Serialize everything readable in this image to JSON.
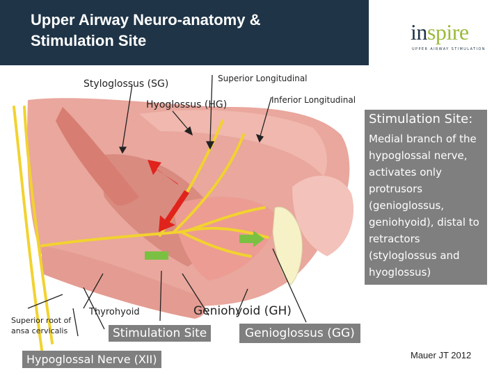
{
  "slide": {
    "title_line1": "Upper Airway Neuro-anatomy &",
    "title_line2": "Stimulation Site",
    "logo_main_a": "in",
    "logo_main_b": "spire",
    "logo_sub": "UPPER AIRWAY STIMULATION",
    "citation": "Mauer JT 2012"
  },
  "labels": {
    "styloglossus": "Styloglossus (SG)",
    "superior_longitudinal": "Superior Longitudinal",
    "hyoglossus": "Hyoglossus (HG)",
    "inferior_longitudinal": "Inferior Longitudinal",
    "superior_root_line1": "Superior root of",
    "superior_root_line2": "ansa cervicalis",
    "thyrohyoid": "Thyrohyoid",
    "geniohyoid": "Geniohyoid (GH)",
    "stimulation_site": "Stimulation Site",
    "genioglossus": "Genioglossus (GG)",
    "hypoglossal_nerve": "Hypoglossal Nerve (XII)"
  },
  "stimulation_panel": {
    "heading": "Stimulation Site:",
    "body": "Medial branch of the hypoglossal nerve, activates only protrusors (genioglossus, geniohyoid), distal to retractors (styloglossus and hyoglossus)"
  },
  "colors": {
    "title_band": "#1f3447",
    "logo_accent": "#9bbb3b",
    "label_box": "#7f7f7f",
    "muscle": "#e8a39a",
    "nerve": "#f2d230",
    "arrow_red": "#e0231c",
    "arrow_green": "#7ac143"
  }
}
